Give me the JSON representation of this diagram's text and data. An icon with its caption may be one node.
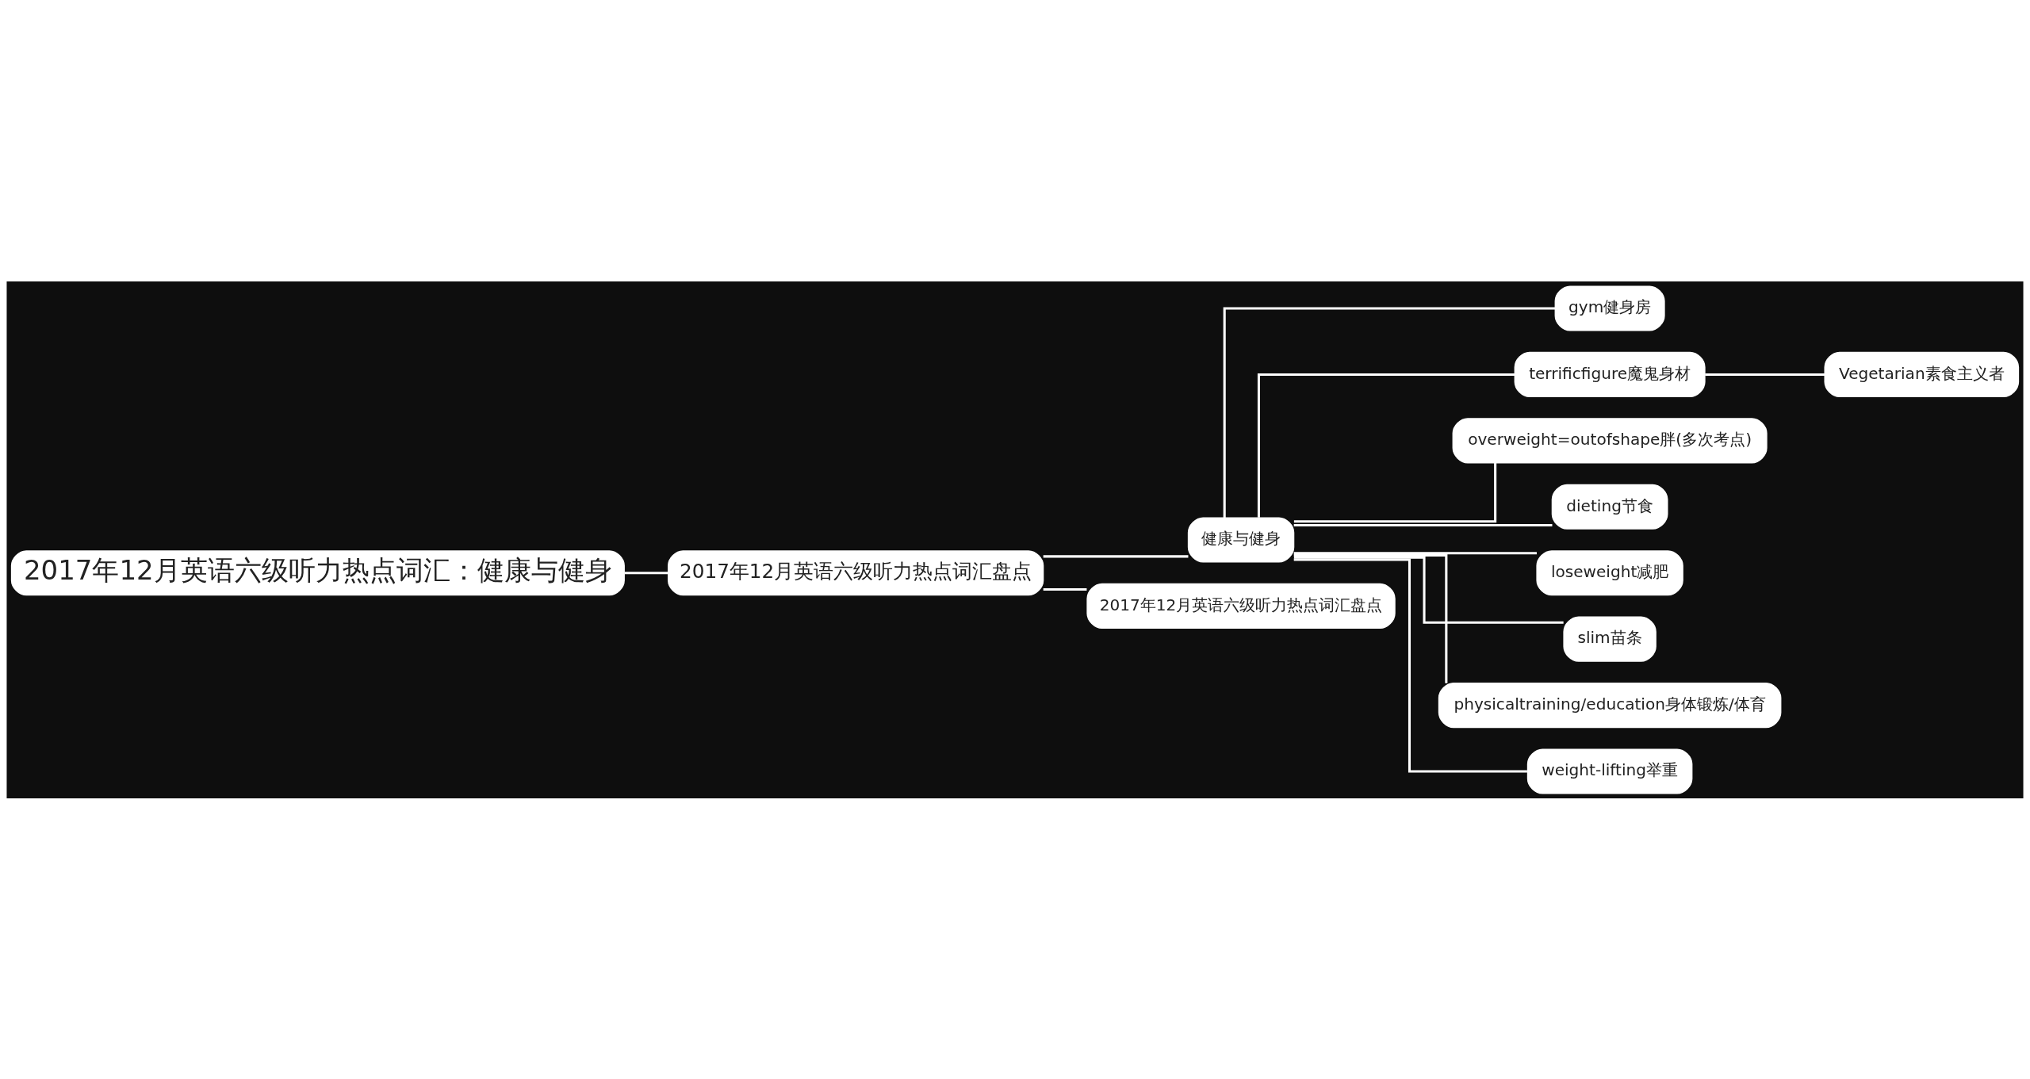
{
  "diagram": {
    "nodes": [
      {
        "text": [
          "2017年12月英语六级听力热点词汇：健康与健身"
        ]
      },
      {
        "text": [
          "2017年12月英语六级听力热点词汇盘点"
        ]
      },
      {
        "text": [
          "健康与健身"
        ]
      },
      {
        "text": [
          "gym健身房"
        ]
      },
      {
        "text": [
          "terrificfigure魔鬼身材"
        ]
      },
      {
        "text": [
          "Vegetarian素食主义者"
        ]
      },
      {
        "text": [
          "overweight=outofshape胖(多次考点)"
        ]
      },
      {
        "text": [
          "dieting节食"
        ]
      },
      {
        "text": [
          "loseweight减肥"
        ]
      },
      {
        "text": [
          "slim苗条"
        ]
      },
      {
        "text": [
          "physicaltraining/education身体锻炼/体育"
        ]
      },
      {
        "text": [
          "weight-lifting举重"
        ]
      },
      {
        "text": [
          "2017年12月英语六级听力热点词汇盘点"
        ]
      }
    ],
    "edges": [
      {
        "from": 0,
        "to": 1,
        "arrow": "none"
      },
      {
        "from": 1,
        "to": 2,
        "arrow": "none"
      },
      {
        "from": 2,
        "to": 3,
        "arrow": "none"
      },
      {
        "from": 2,
        "to": 4,
        "arrow": "none"
      },
      {
        "from": 4,
        "to": 5,
        "arrow": "none"
      },
      {
        "from": 2,
        "to": 6,
        "arrow": "none"
      },
      {
        "from": 2,
        "to": 7,
        "arrow": "none"
      },
      {
        "from": 2,
        "to": 8,
        "arrow": "none"
      },
      {
        "from": 2,
        "to": 9,
        "arrow": "none"
      },
      {
        "from": 2,
        "to": 10,
        "arrow": "none"
      },
      {
        "from": 2,
        "to": 11,
        "arrow": "none"
      },
      {
        "from": 1,
        "to": 12,
        "arrow": "none"
      }
    ]
  }
}
